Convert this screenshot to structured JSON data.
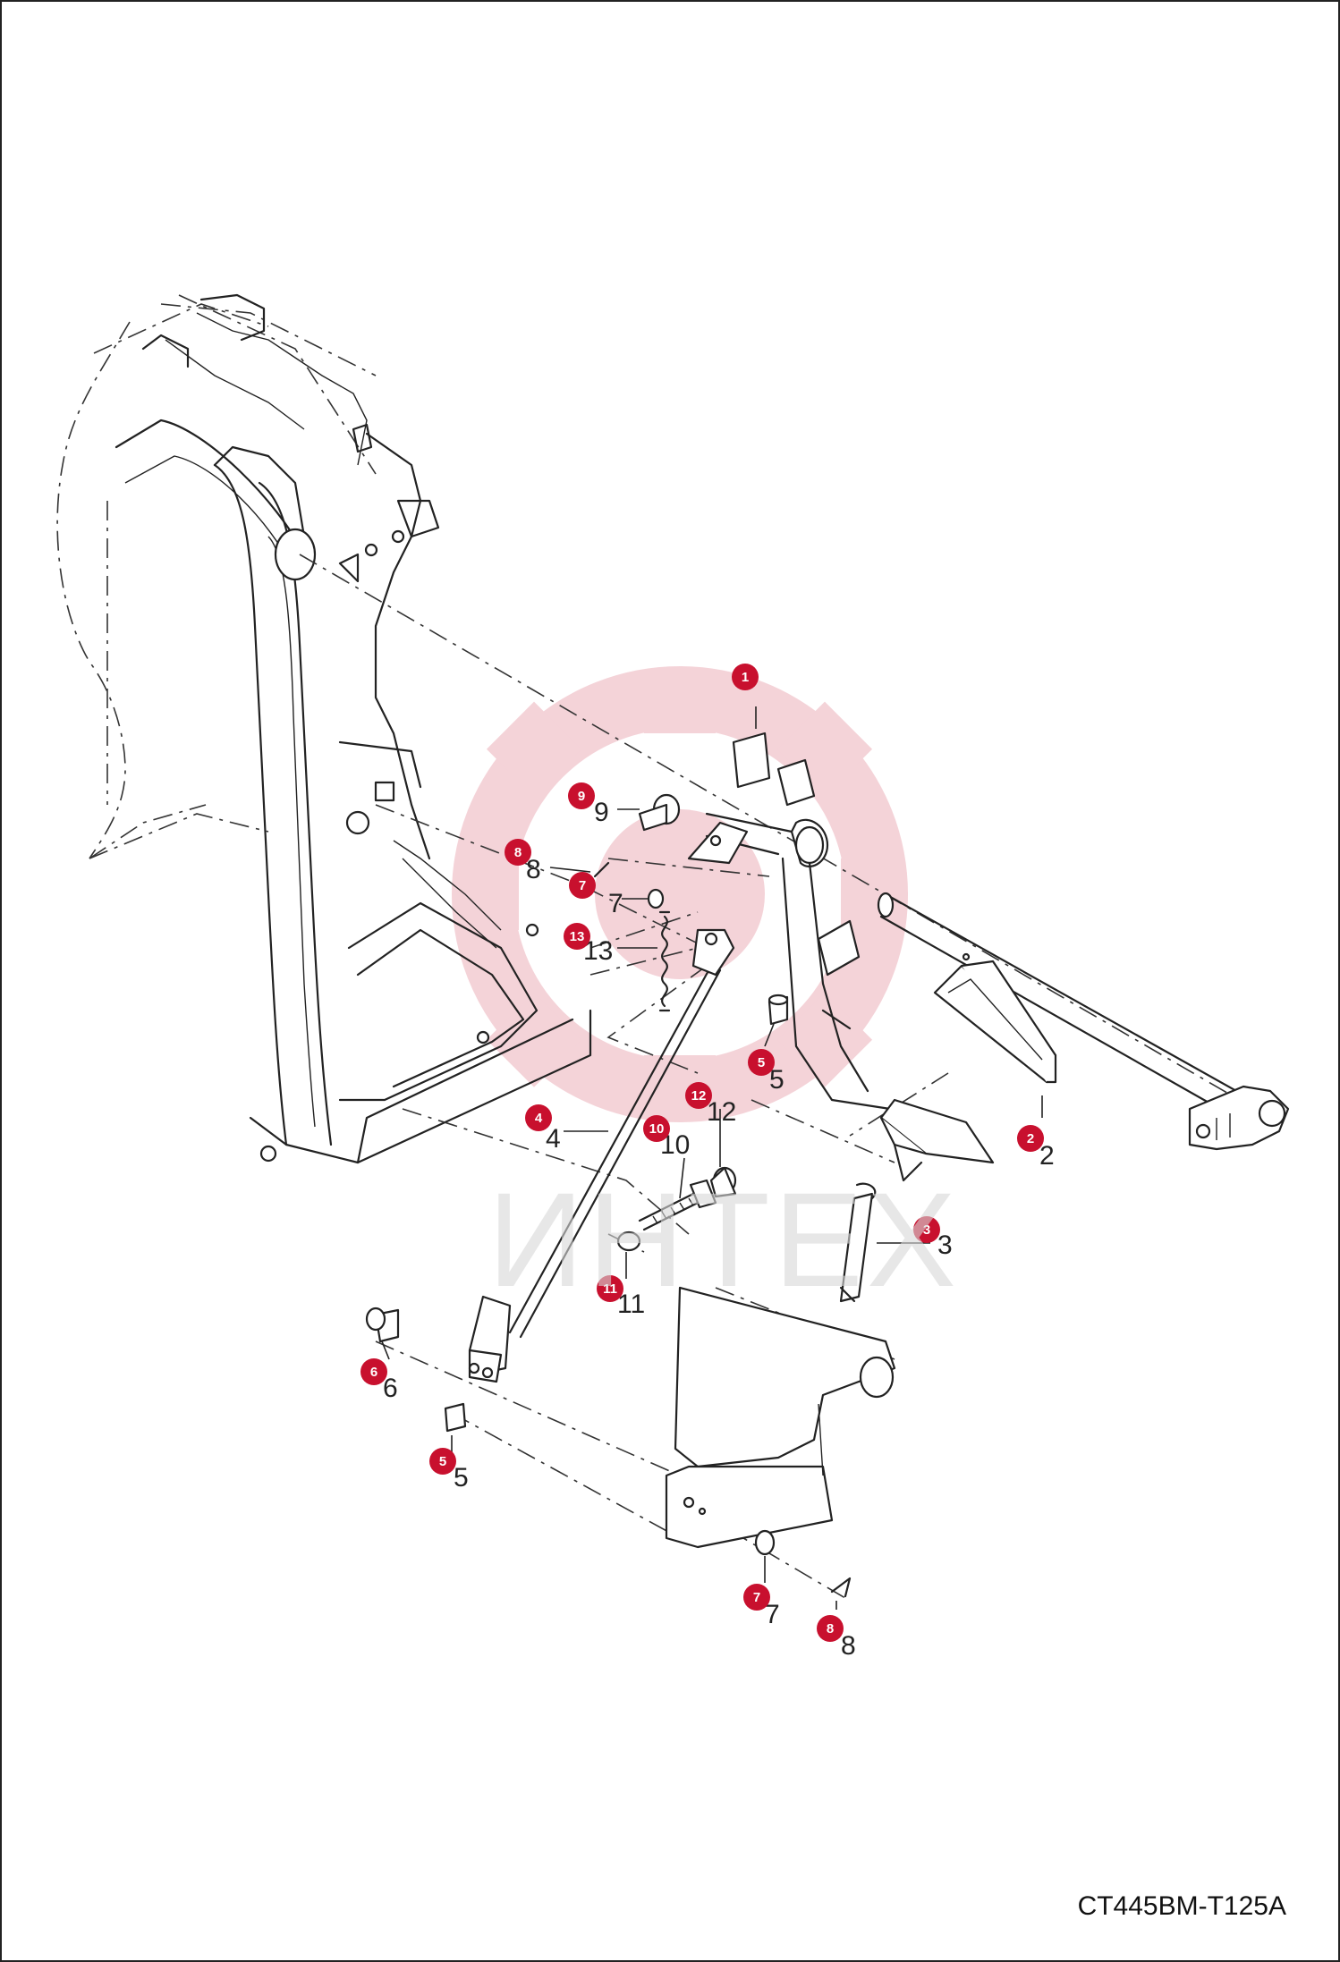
{
  "drawing_code": "CT445BM-T125A",
  "watermark_text": "ИНТЕХ",
  "accent_color": "#c8102e",
  "callouts": [
    {
      "label": "1",
      "number": ""
    },
    {
      "label": "2",
      "number": "2"
    },
    {
      "label": "3",
      "number": "3"
    },
    {
      "label": "4",
      "number": "4"
    },
    {
      "label": "5",
      "number": "5"
    },
    {
      "label": "5",
      "number": "5"
    },
    {
      "label": "6",
      "number": "6"
    },
    {
      "label": "7",
      "number": "7"
    },
    {
      "label": "7",
      "number": "7"
    },
    {
      "label": "8",
      "number": "8"
    },
    {
      "label": "8",
      "number": "8"
    },
    {
      "label": "9",
      "number": "9"
    },
    {
      "label": "10",
      "number": "10"
    },
    {
      "label": "11",
      "number": "11"
    },
    {
      "label": "12",
      "number": "12"
    },
    {
      "label": "13",
      "number": "13"
    }
  ]
}
